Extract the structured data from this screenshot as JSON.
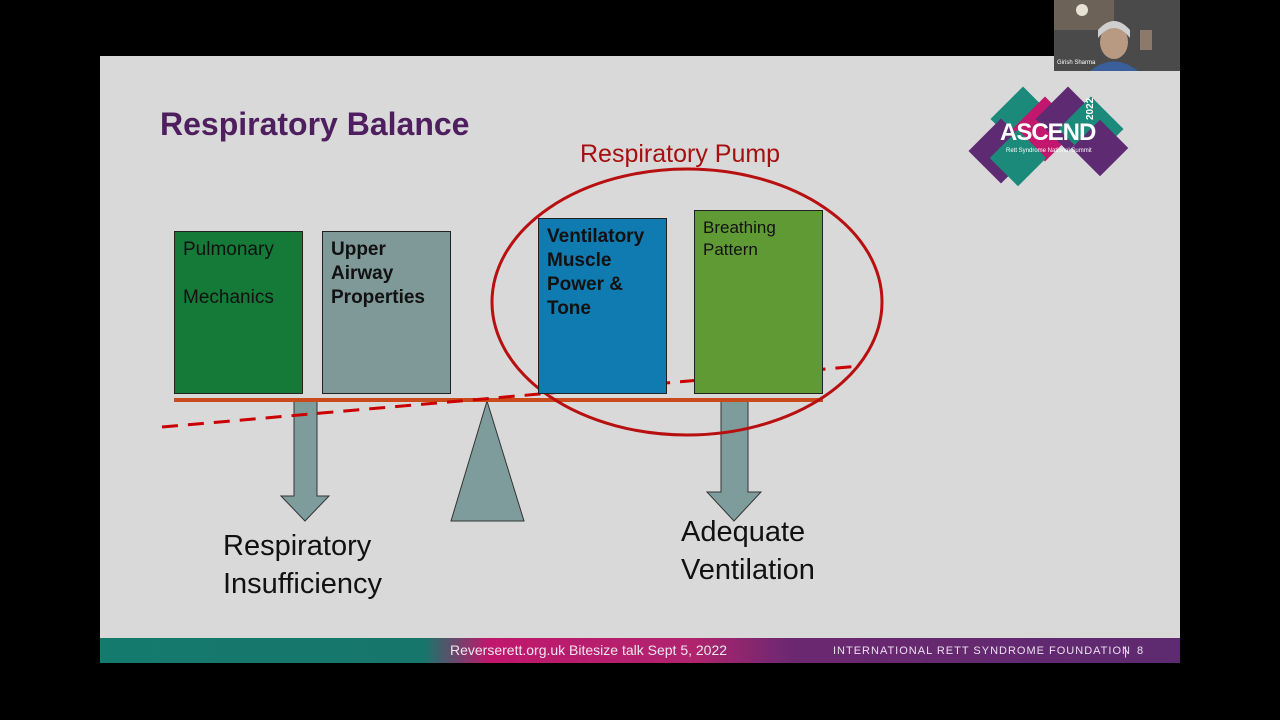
{
  "slide": {
    "title": "Respiratory Balance",
    "pump_label": "Respiratory Pump",
    "boxes": {
      "pulmonary": {
        "line1": "Pulmonary",
        "line2": "Mechanics"
      },
      "upper_airway": {
        "line1": "Upper",
        "line2": "Airway",
        "line3": "Properties"
      },
      "ventilatory": {
        "line1": "Ventilatory",
        "line2": "Muscle",
        "line3": "Power &",
        "line4": "Tone"
      },
      "breathing": {
        "line1": "Breathing",
        "line2": "Pattern"
      }
    },
    "outcome_left": {
      "line1": "Respiratory",
      "line2": "Insufficiency"
    },
    "outcome_right": {
      "line1": "Adequate",
      "line2": "Ventilation"
    },
    "logo": {
      "text": "ASCEND",
      "year": "2022",
      "subtitle": "Rett Syndrome National Summit"
    },
    "footer": {
      "talk": "Reverserett.org.uk Bitesize talk Sept 5, 2022",
      "organization": "INTERNATIONAL RETT SYNDROME FOUNDATION",
      "separator": "|",
      "page_number": "8"
    }
  },
  "webcam": {
    "participant_name": "Girish Sharma"
  },
  "colors": {
    "title": "#4e1e5e",
    "pump": "#a60f0f",
    "pulmonary_box": "#157a38",
    "upper_airway_box": "#7f9898",
    "ventilatory_box": "#0f7bb0",
    "breathing_box": "#609a35",
    "beam": "#c94a1a",
    "arrow": "#7f9c9c"
  }
}
